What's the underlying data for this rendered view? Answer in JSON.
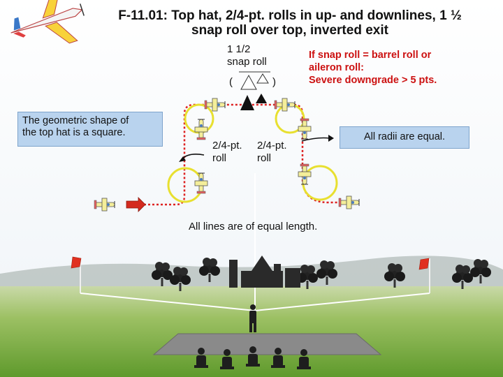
{
  "title": {
    "line1": "F-11.01: Top hat, 2/4-pt. rolls in up- and downlines, 1 ½",
    "line2": "snap roll over top, inverted exit"
  },
  "labels": {
    "snap_line1": "1 1/2",
    "snap_line2": "snap roll",
    "paren_open": "(",
    "paren_close": ")",
    "roll_left_line1": "2/4-pt.",
    "roll_left_line2": "roll",
    "roll_right_line1": "2/4-pt.",
    "roll_right_line2": "roll",
    "equal_lines": "All lines are of equal length."
  },
  "boxes": {
    "geometric_line1": "The geometric shape of",
    "geometric_line2": "the top hat is a square.",
    "radii": "All radii are equal."
  },
  "note": {
    "line1": "If snap roll = barrel roll or",
    "line2": "aileron roll:",
    "line3": "Severe downgrade > 5 pts."
  },
  "colors": {
    "path": "#dd2222",
    "circle": "#e8e030",
    "entry_arrow": "#d42a1e",
    "flag": "#e03020",
    "grass": "#7fae3f",
    "sky": "#ffffff"
  }
}
